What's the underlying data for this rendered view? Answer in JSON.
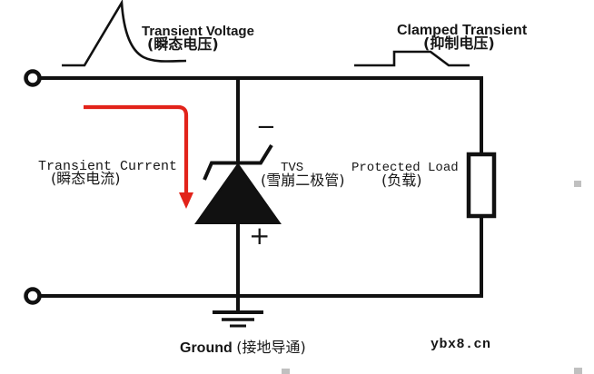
{
  "labels": {
    "transient_voltage": {
      "en": "Transient Voltage",
      "zh": "(瞬态电压)"
    },
    "clamped_transient": {
      "en": "Clamped Transient",
      "zh": "(抑制电压)"
    },
    "transient_current": {
      "en": "Transient Current",
      "zh": "(瞬态电流)"
    },
    "tvs": {
      "en": "TVS",
      "zh": "(雪崩二极管)"
    },
    "protected_load": {
      "en": "Protected Load",
      "zh": "(负载)"
    },
    "ground": {
      "en": "Ground",
      "zh": "(接地导通)"
    },
    "diode_cathode_sign": "−",
    "diode_anode_sign": "+"
  },
  "watermark": "ybx8.cn",
  "colors": {
    "wire": "#111111",
    "current_arrow": "#e2231a",
    "handle": "#c0c0c0"
  }
}
